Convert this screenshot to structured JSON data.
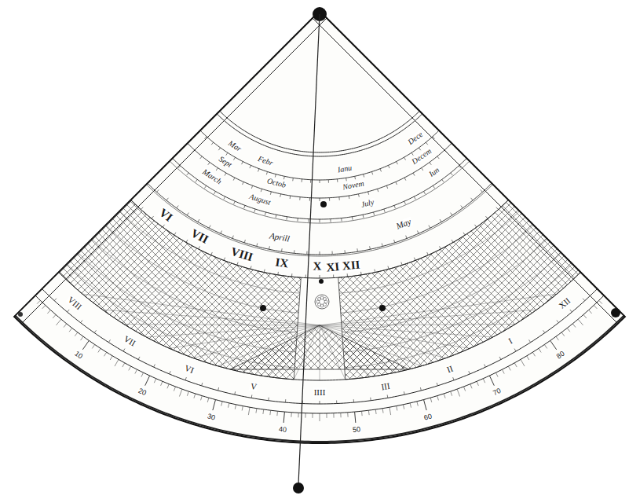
{
  "diagram": {
    "labels": [
      "Mar",
      "Febr",
      "Ianu",
      "Dece",
      "Sept",
      "Octob",
      "Novem",
      "Decem",
      "March",
      "August",
      "July",
      "Iun",
      "Aprill",
      "May",
      "VI",
      "VII",
      "VIII",
      "IX",
      "X",
      "XI XII",
      "VIII",
      "VII",
      "VI",
      "V",
      "IIII",
      "III",
      "II",
      "I",
      "XII",
      "10",
      "20",
      "30",
      "40",
      "50",
      "60",
      "70",
      "80"
    ]
  }
}
